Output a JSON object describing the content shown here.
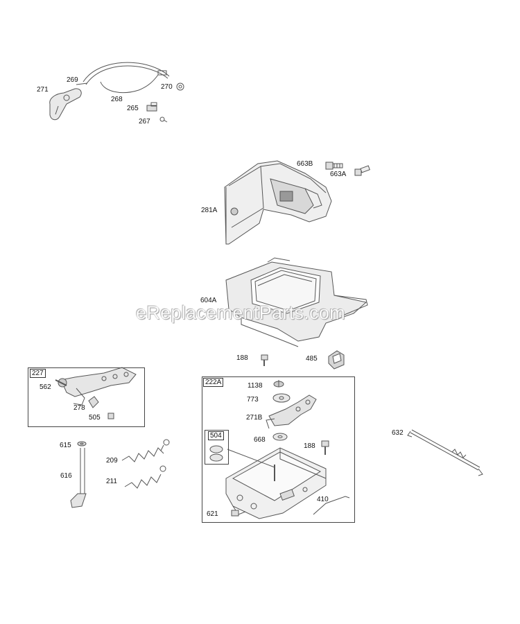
{
  "watermark": "eReplacementParts.com",
  "groups": {
    "g227": "227",
    "g222A": "222A",
    "g504": "504"
  },
  "labels": {
    "p271": "271",
    "p269": "269",
    "p268": "268",
    "p270": "270",
    "p265": "265",
    "p267": "267",
    "p663B": "663B",
    "p663A": "663A",
    "p281A": "281A",
    "p604A": "604A",
    "p188a": "188",
    "p485": "485",
    "p562": "562",
    "p278": "278",
    "p505": "505",
    "p1138": "1138",
    "p773": "773",
    "p271B": "271B",
    "p668": "668",
    "p188b": "188",
    "p410": "410",
    "p621": "621",
    "p615": "615",
    "p616": "616",
    "p209": "209",
    "p211": "211",
    "p632": "632"
  }
}
